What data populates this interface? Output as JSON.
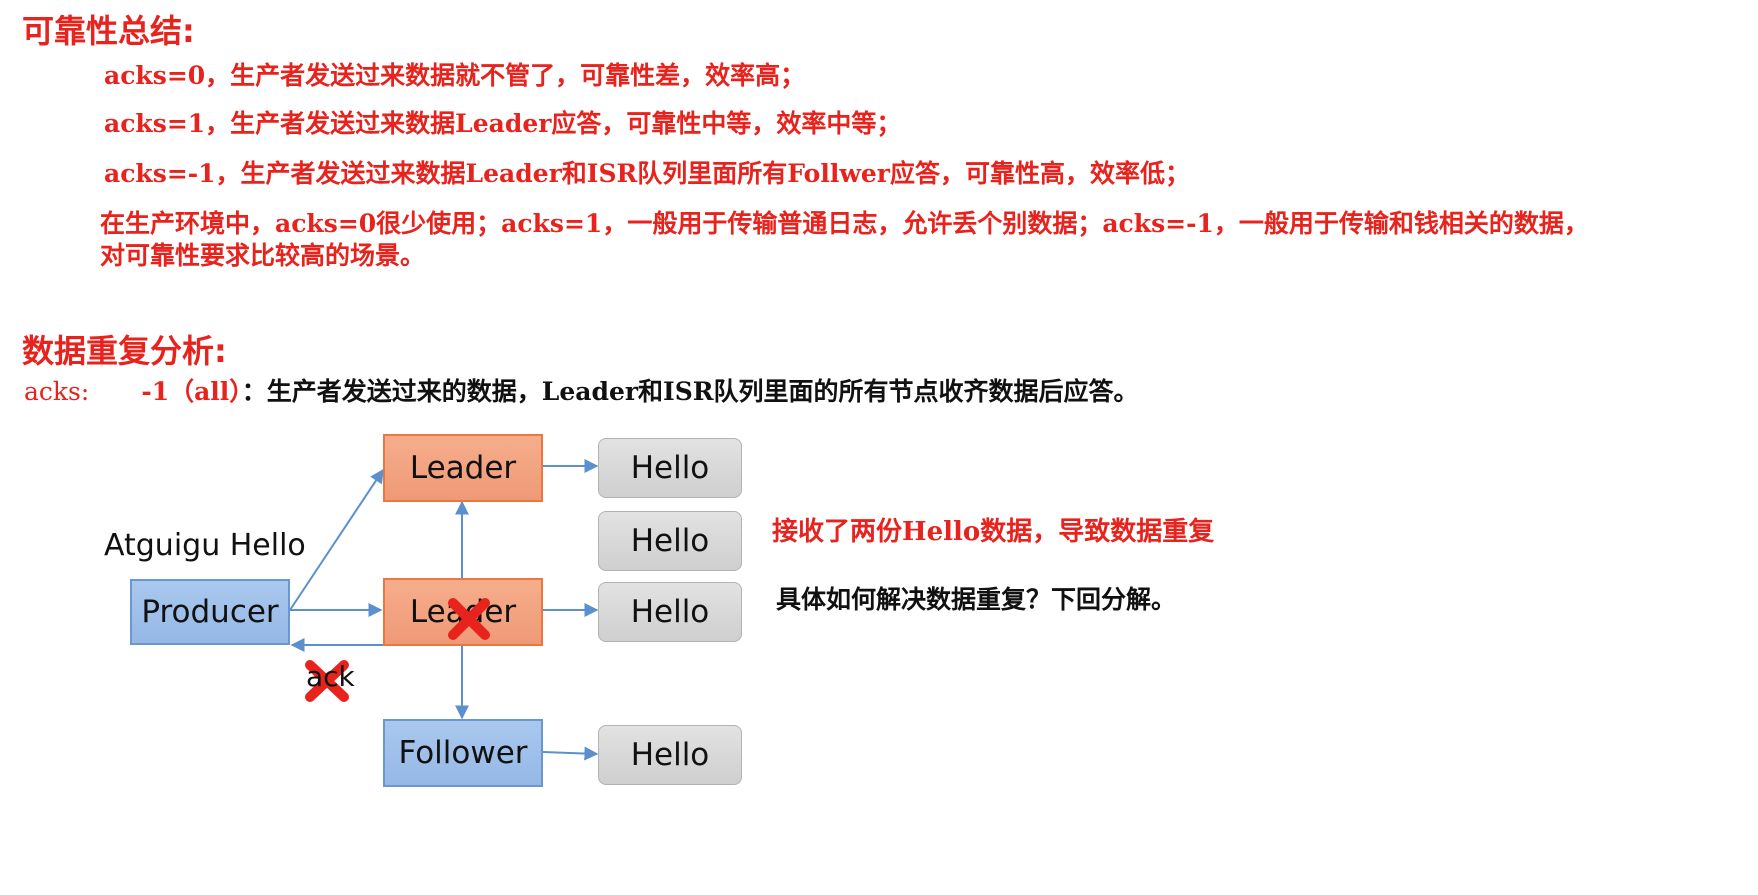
{
  "summary": {
    "title": "可靠性总结:",
    "lines": [
      "acks=0，生产者发送过来数据就不管了，可靠性差，效率高；",
      "acks=1，生产者发送过来数据Leader应答，可靠性中等，效率中等；",
      "acks=-1，生产者发送过来数据Leader和ISR队列里面所有Follwer应答，可靠性高，效率低；",
      "在生产环境中，acks=0很少使用；acks=1，一般用于传输普通日志，允许丢个别数据；acks=-1，一般用于传输和钱相关的数据，",
      "对可靠性要求比较高的场景。"
    ]
  },
  "duplicate": {
    "title": "数据重复分析:",
    "acks_label": "acks:",
    "acks_value": "-1（all）",
    "acks_desc": "：生产者发送过来的数据，Leader和ISR队列里面的所有节点收齐数据后应答。"
  },
  "diagram": {
    "message_label": "Atguigu Hello",
    "producer": "Producer",
    "leader_top": "Leader",
    "leader_mid": "Leader",
    "follower": "Follower",
    "hello_boxes": [
      "Hello",
      "Hello",
      "Hello",
      "Hello"
    ],
    "ack_label": "ack",
    "note_duplicate": "接收了两份Hello数据，导致数据重复",
    "note_next": "具体如何解决数据重复？下回分解。"
  },
  "colors": {
    "accent_red": "#e8231d",
    "leader_fill": "#f4a582",
    "producer_fill": "#9fc0ea",
    "arrow": "#5b8fcd",
    "hello_fill": "#d9d9d9"
  }
}
